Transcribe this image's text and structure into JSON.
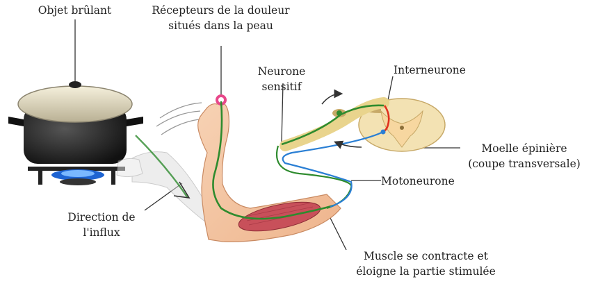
{
  "labels": {
    "hot_object": "Objet brûlant",
    "receptors_line1": "Récepteurs de la douleur",
    "receptors_line2": "situés dans la peau",
    "sensory_line1": "Neurone",
    "sensory_line2": "sensitif",
    "interneuron": "Interneurone",
    "spinal_line1": "Moelle épinière",
    "spinal_line2": "(coupe transversale)",
    "motor_neuron": "Motoneurone",
    "direction_line1": "Direction de",
    "direction_line2": "l'influx",
    "muscle_line1": "Muscle se contracte et",
    "muscle_line2": "éloigne la partie stimulée"
  },
  "colors": {
    "sensory_neuron": "#2e8b2e",
    "motor_neuron": "#2a7fd4",
    "interneuron": "#e0301e",
    "skin": "#f2c09a",
    "muscle": "#c8505a",
    "flame": "#1e64d2",
    "spinal_cord": "#f3e2b3",
    "pain_receptor": "#e8488a"
  }
}
